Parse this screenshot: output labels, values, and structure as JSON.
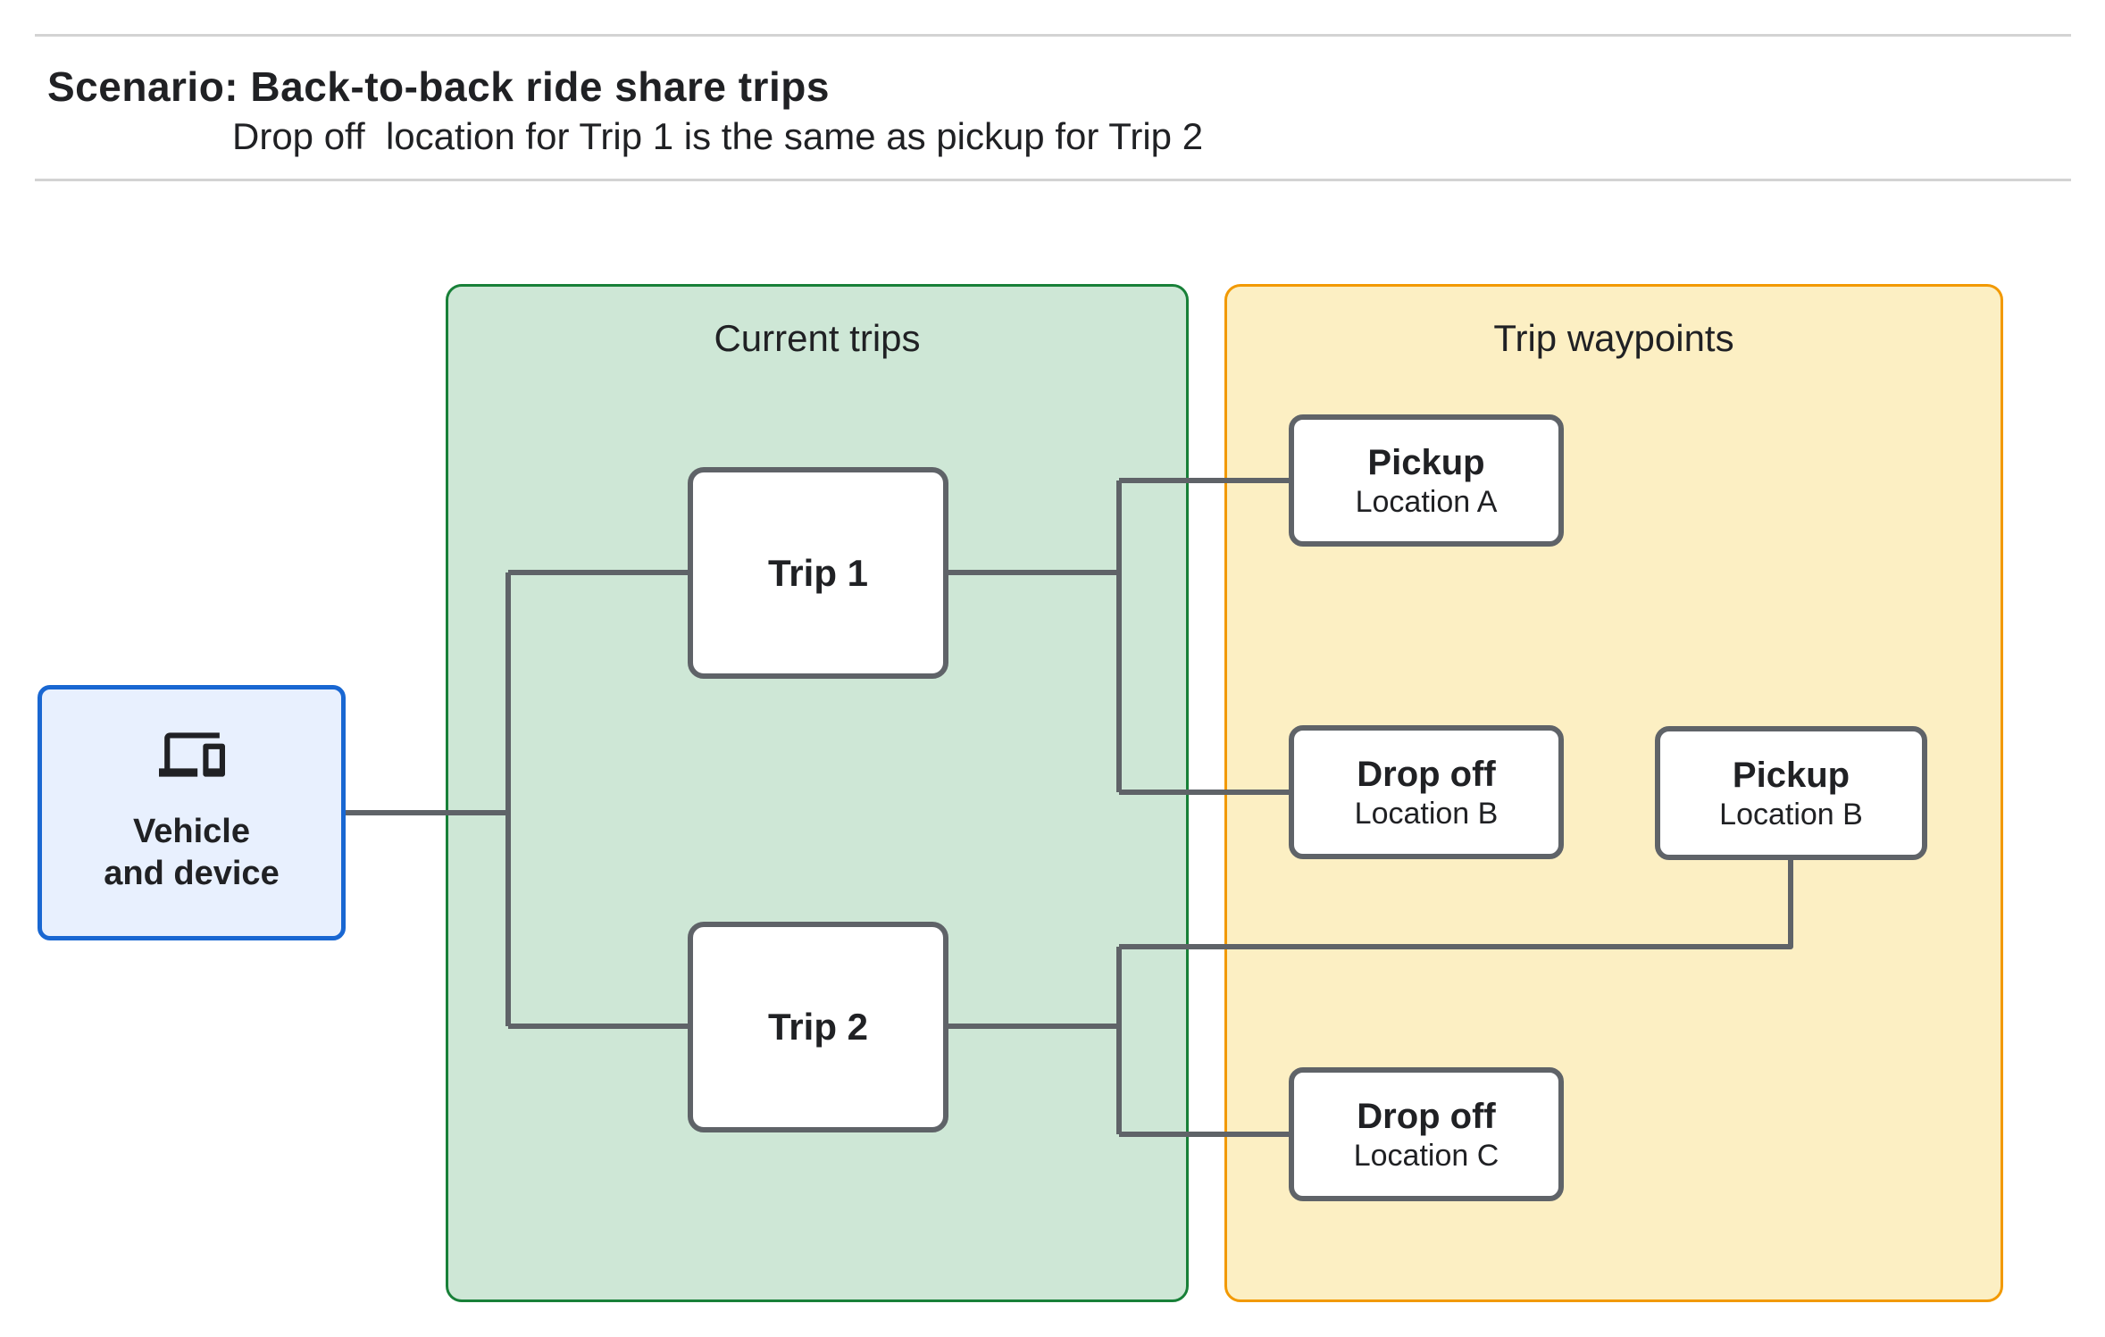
{
  "header": {
    "title": "Scenario: Back-to-back ride share trips",
    "subtitle": "Drop off  location for Trip 1 is the same as pickup for Trip 2"
  },
  "groups": {
    "current_trips": {
      "label": "Current trips"
    },
    "trip_waypoints": {
      "label": "Trip waypoints"
    }
  },
  "nodes": {
    "vehicle": {
      "line1": "Vehicle",
      "line2": "and device",
      "icon": "devices-icon"
    },
    "trip1": {
      "label": "Trip 1"
    },
    "trip2": {
      "label": "Trip 2"
    },
    "pickup_a": {
      "title": "Pickup",
      "subtitle": "Location A"
    },
    "dropoff_b": {
      "title": "Drop off",
      "subtitle": "Location B"
    },
    "pickup_b": {
      "title": "Pickup",
      "subtitle": "Location B"
    },
    "dropoff_c": {
      "title": "Drop off",
      "subtitle": "Location C"
    }
  },
  "edges": [
    {
      "from": "vehicle",
      "to": "trip1"
    },
    {
      "from": "vehicle",
      "to": "trip2"
    },
    {
      "from": "trip1",
      "to": "pickup_a"
    },
    {
      "from": "trip1",
      "to": "dropoff_b"
    },
    {
      "from": "trip2",
      "to": "pickup_b"
    },
    {
      "from": "trip2",
      "to": "dropoff_c"
    }
  ],
  "colors": {
    "vehicle-fill": "#E8F0FE",
    "vehicle-border": "#1967D2",
    "trips-fill": "#CEE7D6",
    "trips-border": "#188038",
    "waypoints-fill": "#FCEFC3",
    "waypoints-border": "#F29900",
    "node-fill": "#FFFFFF",
    "node-border": "#5F6368",
    "connector": "#5F6368",
    "text": "#202124",
    "rule": "#D3D3D3"
  }
}
